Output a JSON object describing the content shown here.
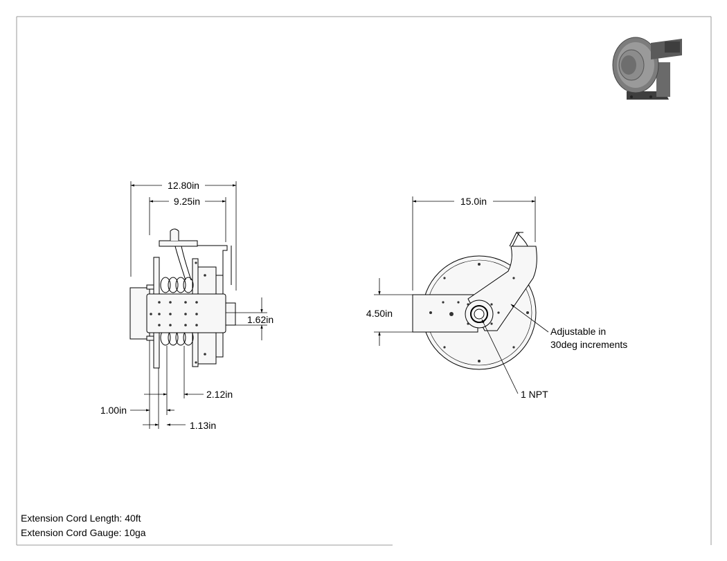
{
  "dimensions": {
    "overall_width": "12.80in",
    "body_width": "9.25in",
    "hub_width": "15.0in",
    "plate_height": "4.50in",
    "hub_offset": "1.62in",
    "drum_offset": "2.12in",
    "flange_offset": "1.00in",
    "flange_spacing": "1.13in"
  },
  "callouts": {
    "adjustable_line1": "Adjustable in",
    "adjustable_line2": "30deg increments",
    "npt": "1 NPT"
  },
  "notes": {
    "cord_length": "Extension Cord Length: 40ft",
    "cord_gauge": "Extension Cord Gauge: 10ga"
  },
  "colors": {
    "line": "#000000",
    "part_fill": "#f7f7f7",
    "iso_body": "#8a8a8a",
    "iso_dark": "#4a4a4a"
  }
}
